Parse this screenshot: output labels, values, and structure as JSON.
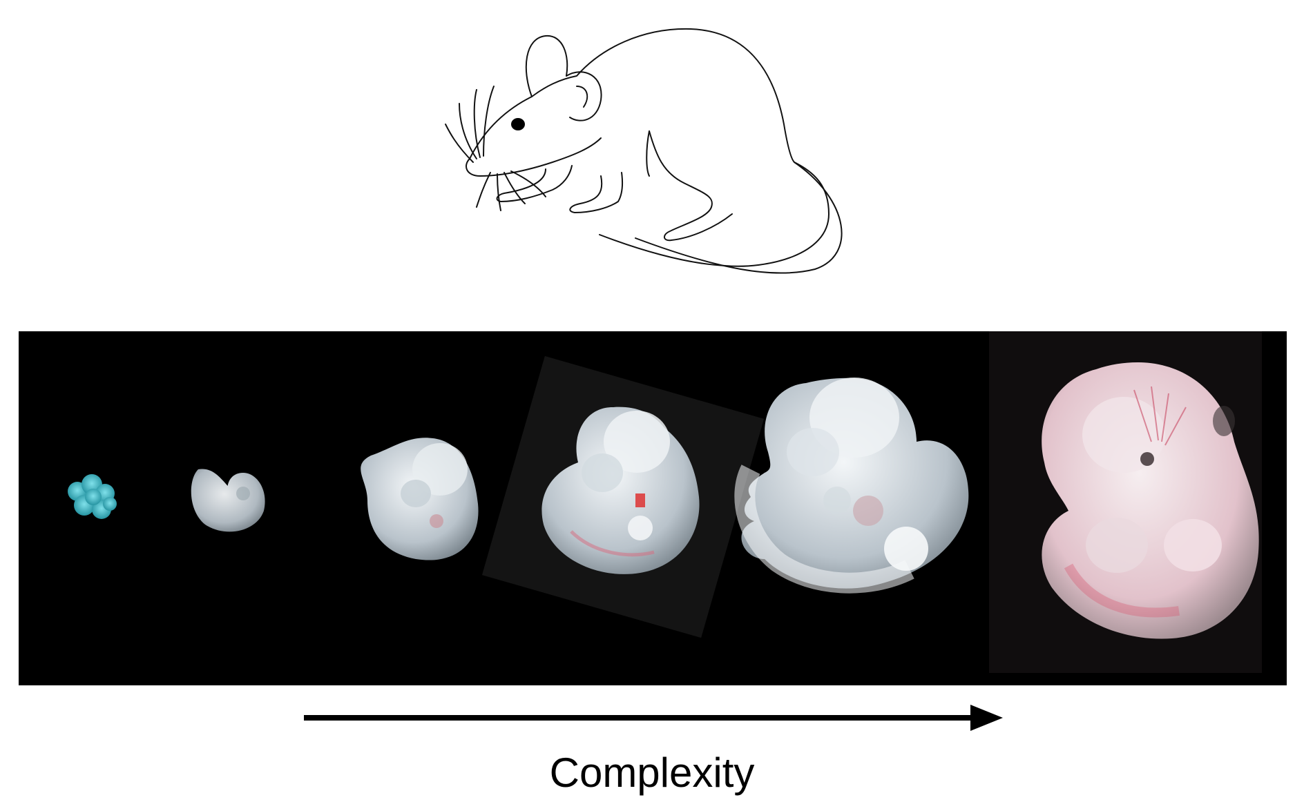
{
  "diagram": {
    "illustration": "mouse-line-drawing",
    "panel_background": "#000000",
    "stages": [
      {
        "name": "embryo-stage-1",
        "tint": "#3fb3c2"
      },
      {
        "name": "embryo-stage-2",
        "tint": "#c9d3db"
      },
      {
        "name": "embryo-stage-3",
        "tint": "#cfd8de"
      },
      {
        "name": "embryo-stage-4",
        "tint": "#d6dfe4"
      },
      {
        "name": "embryo-stage-5",
        "tint": "#dbe3e8"
      },
      {
        "name": "embryo-stage-6",
        "tint": "#e2c9d0"
      }
    ],
    "arrow_direction": "right",
    "axis_label": "Complexity"
  }
}
